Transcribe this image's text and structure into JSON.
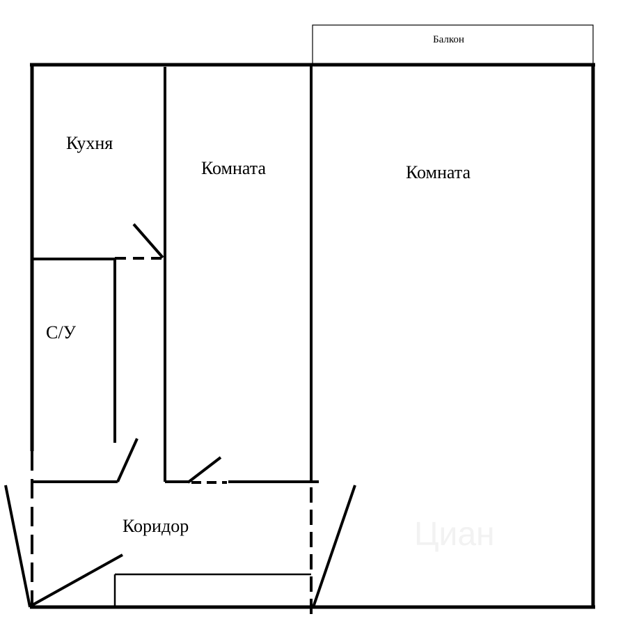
{
  "rooms": {
    "balcony": "Балкон",
    "kitchen": "Кухня",
    "room_middle": "Комната",
    "room_large": "Комната",
    "bathroom": "С/У",
    "corridor": "Коридор"
  },
  "watermark": "Циан"
}
